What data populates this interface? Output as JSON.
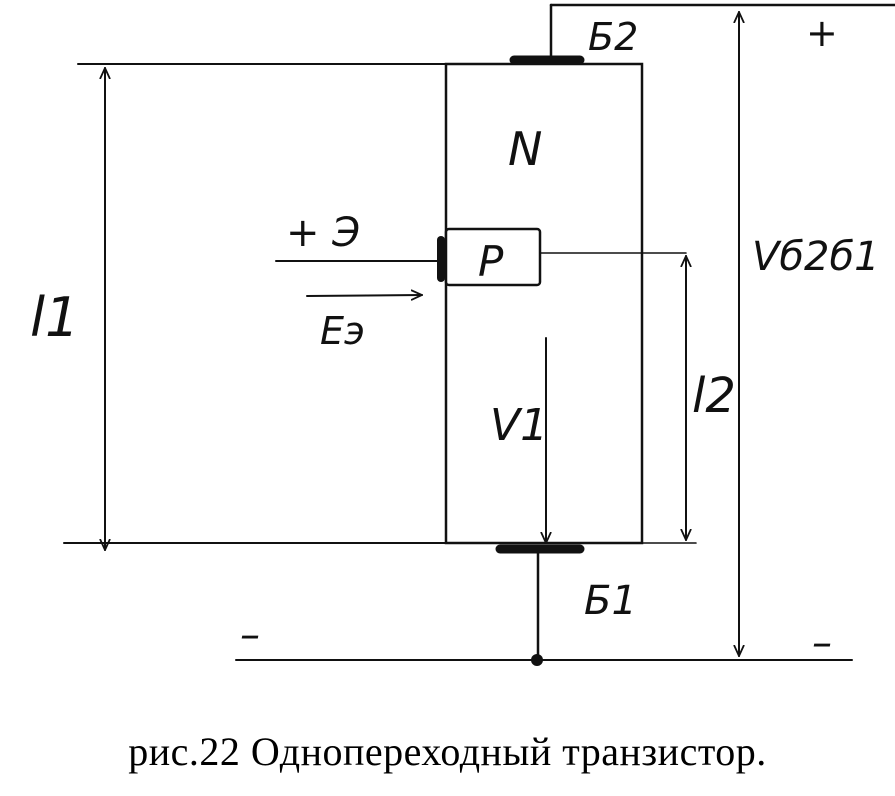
{
  "labels": {
    "base2": "Б2",
    "base1": "Б1",
    "n_region": "N",
    "p_region": "P",
    "emitter": "+ Э",
    "emitter_field": "Eэ",
    "voltage_total": "Vб2б1",
    "voltage_v1": "V1",
    "length_l1": "l1",
    "length_l2": "l2",
    "plus_top": "+",
    "minus_left": "–",
    "minus_right": "–"
  },
  "caption": "рис.22  Однопереходный транзистор."
}
